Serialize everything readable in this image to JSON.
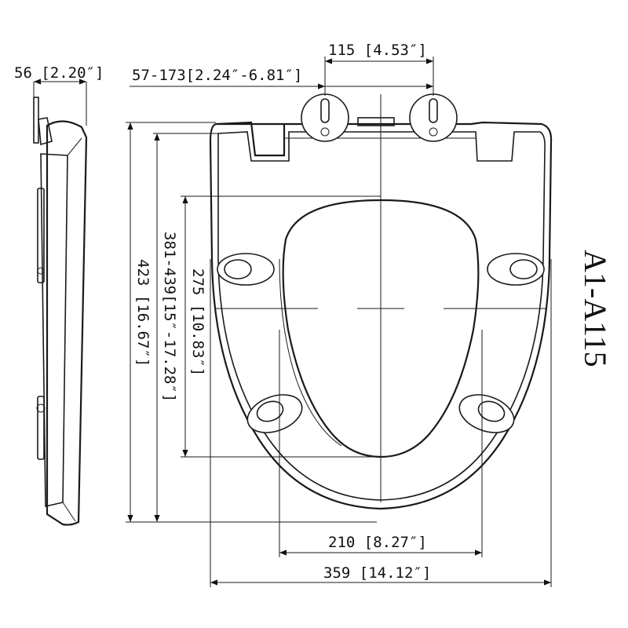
{
  "model": "A1-A115",
  "dimensions": {
    "hinge_spacing": "115 [4.53″]",
    "hinge_adjust": "57-173[2.24″-6.81″]",
    "side_depth": "56 [2.20″]",
    "total_length": "423 [16.67″]",
    "seat_length": "381-439[15″-17.28″]",
    "opening_length": "275 [10.83″]",
    "opening_width": "210 [8.27″]",
    "total_width": "359 [14.12″]"
  }
}
